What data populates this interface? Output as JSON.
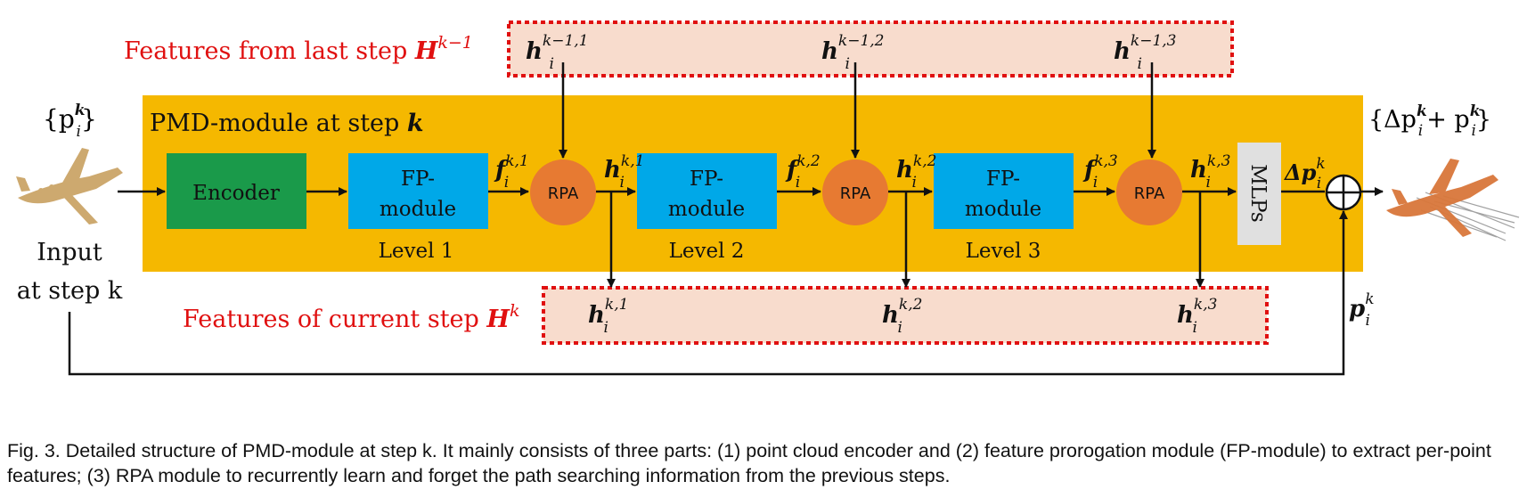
{
  "diagram": {
    "top_title": "Features from last step",
    "top_title_math": "H",
    "top_title_sup": "k−1",
    "bottom_title": "Features of current step",
    "bottom_title_math": "H",
    "bottom_title_sup": "k",
    "module_title": "PMD-module at step",
    "module_title_math": "k",
    "encoder_label": "Encoder",
    "fp_label_line1": "FP-",
    "fp_label_line2": "module",
    "levels": [
      "Level 1",
      "Level 2",
      "Level 3"
    ],
    "rpa_label": "RPA",
    "mlps_label": "MLPs",
    "input_label_line1": "Input",
    "input_label_line2": "at step k",
    "prev_features_sup": [
      "k−1,1",
      "k−1,2",
      "k−1,3"
    ],
    "curr_features_sup": [
      "k,1",
      "k,2",
      "k,3"
    ],
    "f_sup": [
      "k,1",
      "k,2",
      "k,3"
    ],
    "h_sup": [
      "k,1",
      "k,2",
      "k,3"
    ],
    "sub_i": "i",
    "h_symbol": "h",
    "f_symbol": "f",
    "input_set": "{p",
    "input_set_sup": "k",
    "input_set_close": "}",
    "output_set": "{Δp",
    "output_set_sup": "k",
    "output_plus": "+ p",
    "output_close": "}",
    "delta_p": "Δp",
    "delta_p_sup": "k",
    "p_sup": "k",
    "p_symbol": "p"
  },
  "caption": "Fig. 3. Detailed structure of PMD-module at step k. It mainly consists of three parts: (1) point cloud encoder and (2) feature prorogation module (FP-module) to extract per-point features; (3) RPA module to recurrently learn and forget the path searching information from the previous steps.",
  "colors": {
    "module_bg": "#f5b800",
    "encoder": "#1a9a4a",
    "fp_module": "#00a8e8",
    "rpa": "#e77a32",
    "mlps": "#e0e0e0",
    "feature_box_fill": "#f8dccd",
    "feature_box_border": "#e01010",
    "title_red": "#e01010",
    "point_cloud_input": "#c8a060",
    "point_cloud_output": "#d9773a"
  }
}
